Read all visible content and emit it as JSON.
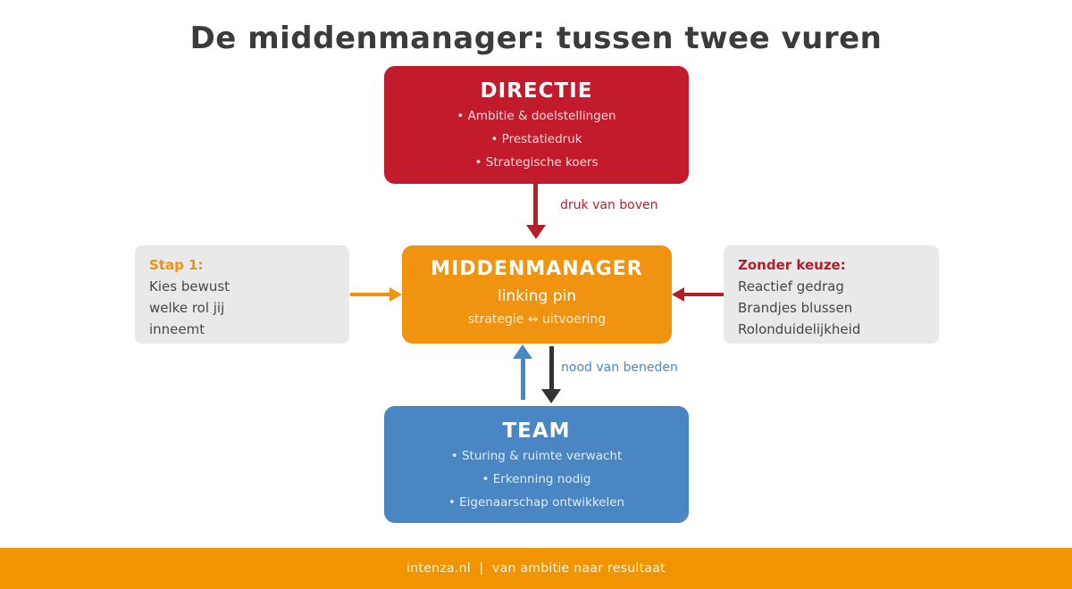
{
  "title": "De middenmanager: tussen twee vuren",
  "boxes": {
    "directie": {
      "title": "DIRECTIE",
      "bullets": [
        "Ambitie & doelstellingen",
        "Prestatiedruk",
        "Strategische koers"
      ]
    },
    "middenmanager": {
      "title": "MIDDENMANAGER",
      "subtitle": "linking pin",
      "tagline": "strategie ↔ uitvoering"
    },
    "team": {
      "title": "TEAM",
      "bullets": [
        "Sturing & ruimte verwacht",
        "Erkenning nodig",
        "Eigenaarschap ontwikkelen"
      ]
    },
    "stap1": {
      "heading": "Stap 1:",
      "lines": [
        "Kies bewust",
        "welke rol jij",
        "inneemt"
      ]
    },
    "zonder_keuze": {
      "heading": "Zonder keuze:",
      "lines": [
        "Reactief gedrag",
        "Brandjes blussen",
        "Rolonduidelijkheid"
      ]
    }
  },
  "arrows": {
    "top_label": "druk van boven",
    "bottom_label": "nood van beneden"
  },
  "footer": {
    "text": "intenza.nl  |  van ambitie naar resultaat"
  },
  "colors": {
    "directie_red": "#c11b2c",
    "accent_red": "#b41f2b",
    "dark_red": "#b01e28",
    "orange": "#ef9310",
    "footer_orange": "#f09400",
    "team_blue": "#4a86c2",
    "arrow_blue": "#4689c9",
    "dark_arrow": "#333333",
    "gray_box": "#e9e9e9",
    "title_text": "#3b3b3b"
  }
}
